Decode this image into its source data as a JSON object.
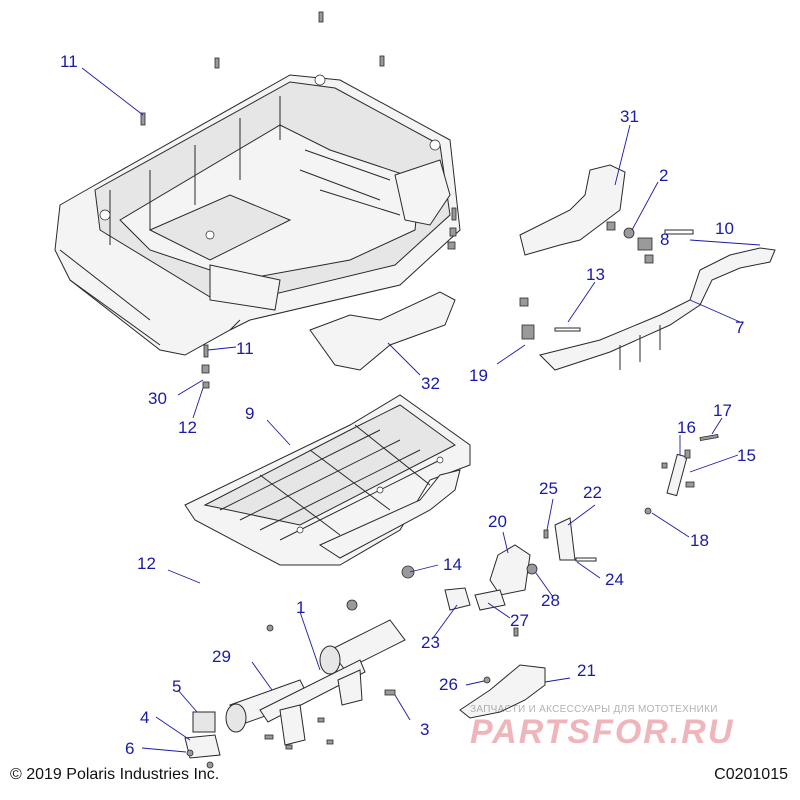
{
  "diagram": {
    "callouts": [
      "1",
      "2",
      "3",
      "4",
      "5",
      "6",
      "7",
      "8",
      "9",
      "10",
      "11",
      "11",
      "12",
      "12",
      "13",
      "14",
      "15",
      "16",
      "17",
      "18",
      "19",
      "20",
      "21",
      "22",
      "23",
      "24",
      "25",
      "26",
      "27",
      "28",
      "29",
      "30",
      "31",
      "32"
    ]
  },
  "footer": {
    "copyright": "© 2019 Polaris Industries Inc.",
    "drawing_id": "C0201015"
  },
  "watermark": {
    "tagline": "ЗАПЧАСТИ И АКСЕССУАРЫ ДЛЯ МОТОТЕХНИКИ",
    "logo": "PARTSFOR.RU"
  },
  "colors": {
    "callout": "#1a1aa8",
    "outline": "#2a2a2a",
    "watermark": "#e05b6a"
  }
}
